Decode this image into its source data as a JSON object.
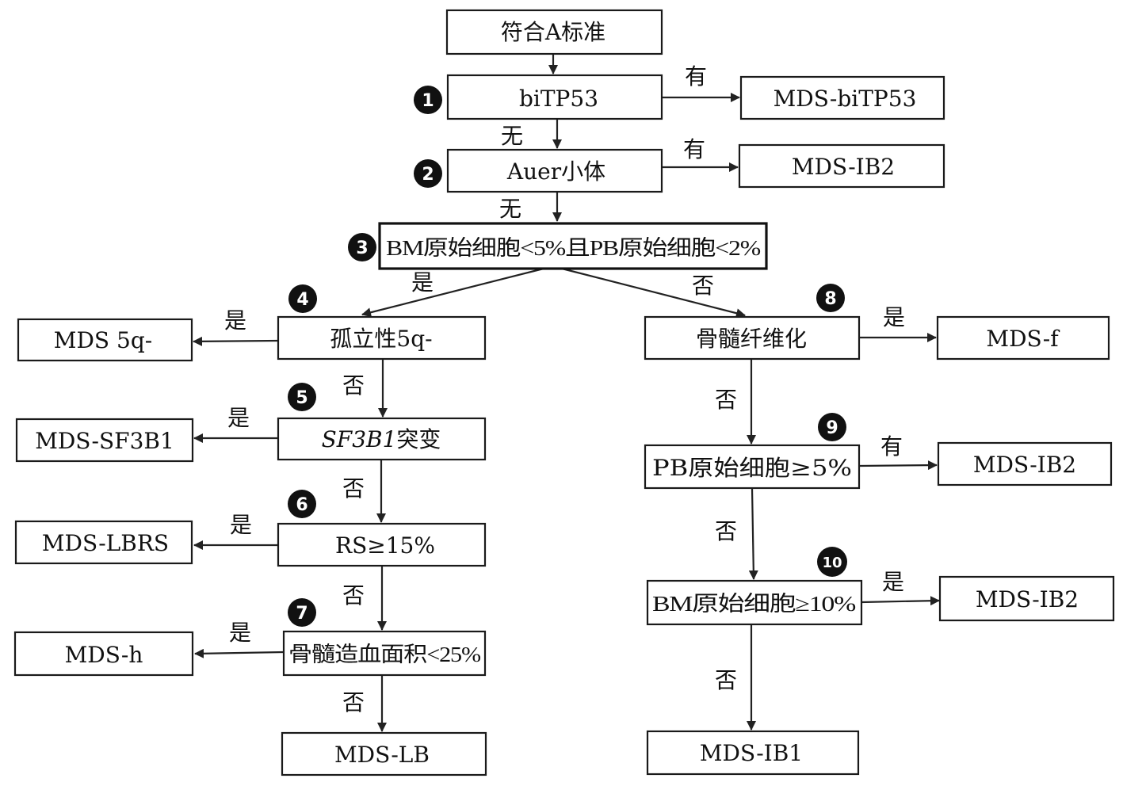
{
  "nodes": {
    "start": "符合A标准",
    "bitp53": "biTP53",
    "mds_bitp53": "MDS-biTP53",
    "auer": "Auer小体",
    "mds_ib2_a": "MDS-IB2",
    "blast_low": "BM原始细胞<5%且PB原始细胞<2%",
    "del5q": "孤立性5q-",
    "mds_5q": "MDS 5q-",
    "sf3b1_italic": "SF3B1",
    "sf3b1_suffix": "突变",
    "mds_sf3b1": "MDS-SF3B1",
    "rs": "RS≥15%",
    "mds_lbrs": "MDS-LBRS",
    "cellularity": "骨髓造血面积<25%",
    "mds_h": "MDS-h",
    "mds_lb": "MDS-LB",
    "fibrosis": "骨髓纤维化",
    "mds_f": "MDS-f",
    "pb_blast": "PB原始细胞≥5%",
    "mds_ib2_b": "MDS-IB2",
    "bm_blast": "BM原始细胞≥10%",
    "mds_ib2_c": "MDS-IB2",
    "mds_ib1": "MDS-IB1"
  },
  "labels": {
    "have": "有",
    "none": "无",
    "yes": "是",
    "no": "否"
  },
  "steps": [
    "1",
    "2",
    "3",
    "4",
    "5",
    "6",
    "7",
    "8",
    "9",
    "10"
  ]
}
